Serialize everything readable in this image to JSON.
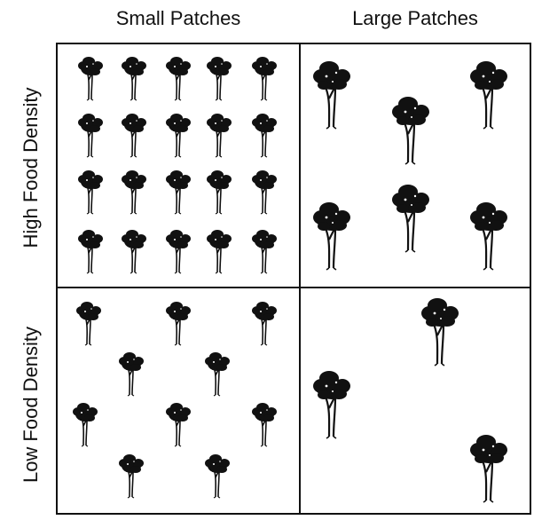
{
  "columns": {
    "small": "Small Patches",
    "large": "Large Patches"
  },
  "rows": {
    "high": "High Food Density",
    "low": "Low Food Density"
  },
  "panels": [
    {
      "name": "small-high",
      "trees": "20",
      "size": "small"
    },
    {
      "name": "large-high",
      "trees": "6",
      "size": "large"
    },
    {
      "name": "small-low",
      "trees": "10",
      "size": "small"
    },
    {
      "name": "large-low",
      "trees": "3",
      "size": "large"
    }
  ],
  "colors": {
    "ink": "#111111",
    "background": "#ffffff"
  }
}
